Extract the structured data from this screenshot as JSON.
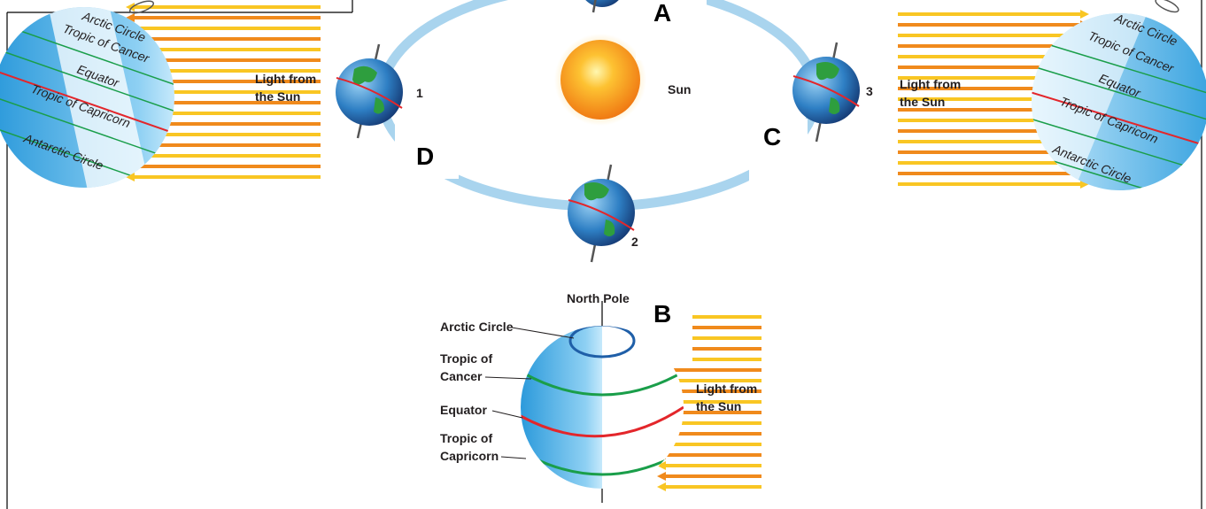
{
  "labels": {
    "A": "A",
    "B": "B",
    "C": "C",
    "D": "D",
    "sun": "Sun",
    "pos1": "1",
    "pos2": "2",
    "pos3": "3"
  },
  "left_panel": {
    "light_line1": "Light from",
    "light_line2": "the Sun",
    "arctic": "Arctic Circle",
    "cancer": "Tropic of Cancer",
    "equator": "Equator",
    "capricorn": "Tropic of Capricorn",
    "antarctic": "Antarctic Circle"
  },
  "right_panel": {
    "light_line1": "Light from",
    "light_line2": "the Sun",
    "arctic": "Arctic Circle",
    "cancer": "Tropic of Cancer",
    "equator": "Equator",
    "capricorn": "Tropic of Capricorn",
    "antarctic": "Antarctic Circle"
  },
  "bottom_panel": {
    "north_pole": "North Pole",
    "arctic": "Arctic Circle",
    "cancer_line1": "Tropic of",
    "cancer_line2": "Cancer",
    "equator": "Equator",
    "capricorn_line1": "Tropic of",
    "capricorn_line2": "Capricorn",
    "light_line1": "Light from",
    "light_line2": "the Sun"
  },
  "colors": {
    "orbit": "#a9d4ee",
    "sun": "#f7931e",
    "ray_yellow": "#f9c623",
    "ray_orange": "#f08a1c",
    "globe_blue": "#5bb7e8",
    "equator": "#e3262b",
    "tropic": "#1a9e4a",
    "arctic": "#1f5fa8"
  }
}
